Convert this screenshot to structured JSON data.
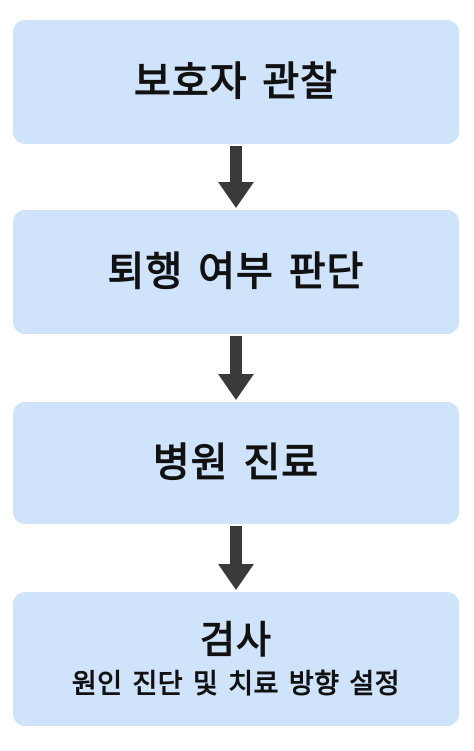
{
  "steps": [
    {
      "label": "보호자 관찰"
    },
    {
      "label": "퇴행 여부 판단"
    },
    {
      "label": "병원 진료"
    },
    {
      "label": "검사",
      "sublabel": "원인 진단 및 치료 방향 설정"
    }
  ],
  "colors": {
    "box_fill": "#cfe4fb",
    "arrow": "#3a3a3a",
    "text": "#111111"
  }
}
